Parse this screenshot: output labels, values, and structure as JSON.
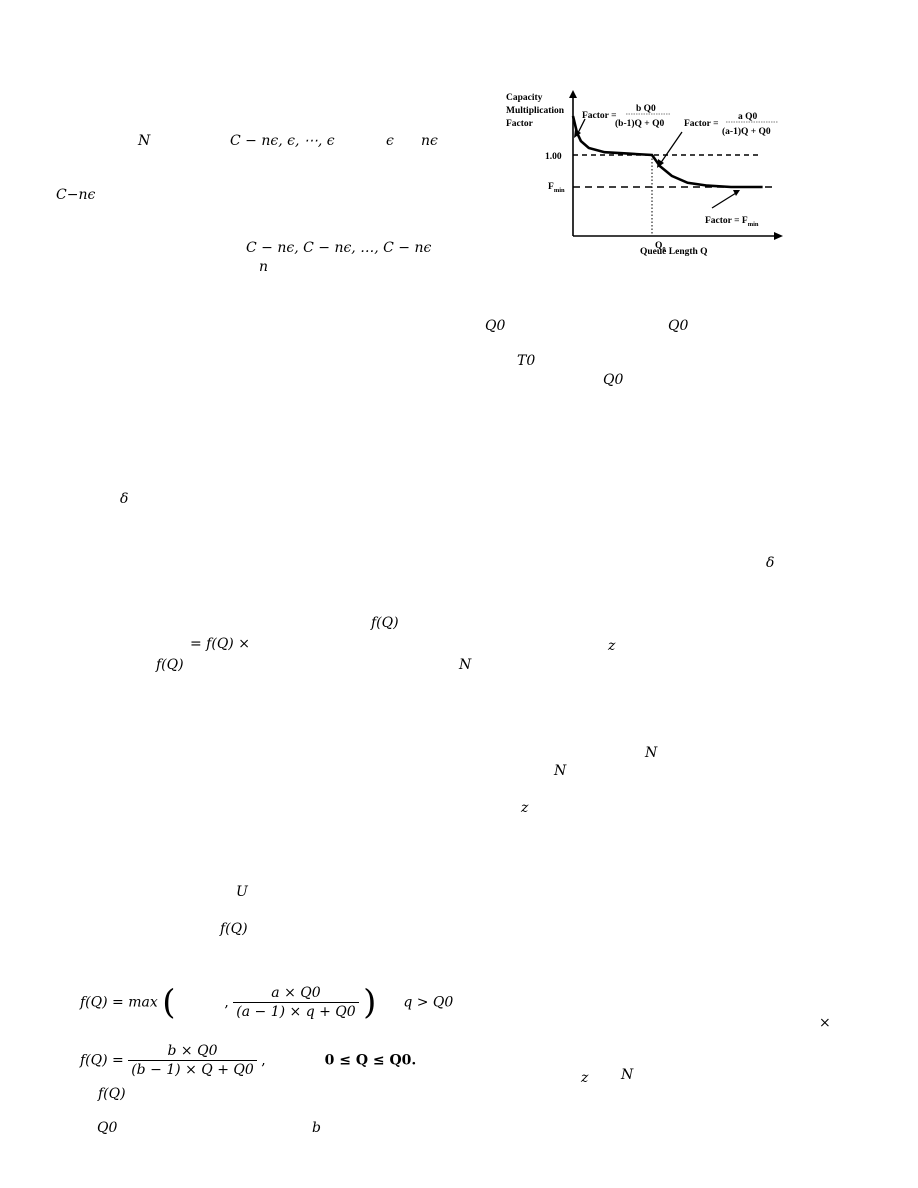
{
  "inline_math": {
    "N": "N",
    "c_seq_1": "C − nϵ, ϵ, ⋯, ϵ",
    "epsilon": "ϵ",
    "n_epsilon": "nϵ",
    "c_minus_ne": "C−nϵ",
    "c_seq_2": "C − nϵ, C − nϵ, …, C − nϵ",
    "n": "n",
    "Q0": "Q0",
    "T0": "T0",
    "delta": "δ",
    "fQ": "f(Q)",
    "eq_fQ_times": "= f(Q) ×",
    "z": "z",
    "U": "U",
    "times": "×"
  },
  "equations": {
    "eq1_lhs": "f(Q) = max",
    "eq1_num": "a × Q0",
    "eq1_den": "(a − 1) × q + Q0",
    "eq1_cond": "q > Q0",
    "eq2_lhs": "f(Q) =",
    "eq2_num": "b × Q0",
    "eq2_den": "(b − 1) × Q + Q0",
    "eq2_cond": "0 ≤ Q ≤ Q0."
  },
  "chart_data": {
    "type": "line",
    "ylabel_lines": [
      "Capacity",
      "Multiplication",
      "Factor"
    ],
    "xlabel": "Queue Length Q",
    "y_ticks": [
      "1.00",
      "F_min"
    ],
    "x_ticks": [
      "Q_0"
    ],
    "annotations": [
      {
        "label": "Factor =",
        "num": "b Q0",
        "den": "(b-1)Q + Q0"
      },
      {
        "label": "Factor =",
        "num": "a Q0",
        "den": "(a-1)Q + Q0"
      },
      {
        "label": "Factor = F_min"
      }
    ],
    "series": [
      {
        "values": [
          {
            "x": 0.0,
            "y": 1.28
          },
          {
            "x": 0.05,
            "y": 1.16
          },
          {
            "x": 0.1,
            "y": 1.1
          },
          {
            "x": 0.2,
            "y": 1.05
          },
          {
            "x": 0.4,
            "y": 1.02
          },
          {
            "x": 0.7,
            "y": 1.01
          },
          {
            "x": 1.0,
            "y": 1.0
          },
          {
            "x": 1.1,
            "y": 0.92
          },
          {
            "x": 1.25,
            "y": 0.85
          },
          {
            "x": 1.45,
            "y": 0.8
          },
          {
            "x": 1.7,
            "y": 0.78
          },
          {
            "x": 2.0,
            "y": 0.77
          },
          {
            "x": 2.4,
            "y": 0.77
          }
        ]
      }
    ],
    "reference_lines": [
      {
        "y": 1.0,
        "style": "dashed"
      },
      {
        "y": 0.77,
        "style": "dashed"
      },
      {
        "x": 1.0,
        "style": "dotted"
      }
    ]
  }
}
